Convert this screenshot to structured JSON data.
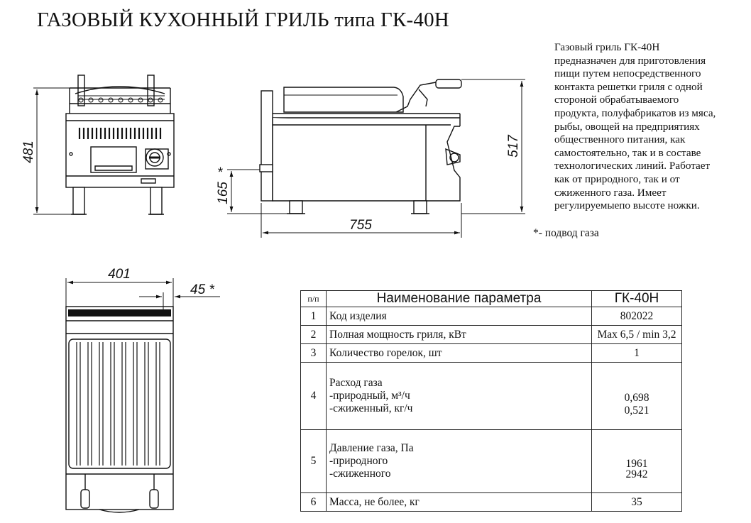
{
  "title": "ГАЗОВЫЙ КУХОННЫЙ ГРИЛЬ типа ГК-40Н",
  "description_lines": [
    "Газовый гриль ГК-40Н",
    "предназначен для приготовления",
    "пищи путем непосредственного",
    "контакта решетки гриля с одной",
    "стороной обрабатываемого",
    "продукта, полуфабрикатов из мяса,",
    "рыбы, овощей на предприятиях",
    "общественного питания, как",
    "самостоятельно, так и в составе",
    "технологических линий. Работает",
    "как от природного, так и от",
    "сжиженного газа. Имеет",
    "регулируемыепо высоте ножки."
  ],
  "note": "*- подвод газа",
  "dimensions": {
    "front_height": "481",
    "side_height": "517",
    "gas_inlet_height": "165",
    "gas_star": "*",
    "depth": "755",
    "width": "401",
    "offset": "45 *"
  },
  "table": {
    "header": {
      "num": "п/п",
      "name": "Наименование параметра",
      "value": "ГК-40Н"
    },
    "rows": [
      {
        "num": "1",
        "name": "Код изделия",
        "value": "802022"
      },
      {
        "num": "2",
        "name": "Полная мощность гриля, кВт",
        "value": "Max 6,5 / min 3,2"
      },
      {
        "num": "3",
        "name": "Количество горелок, шт",
        "value": "1"
      },
      {
        "num": "4",
        "name": "Расход газа",
        "sub1": "-природный, м³/ч",
        "sub2": "-сжиженный, кг/ч",
        "val1": "0,698",
        "val2": "0,521"
      },
      {
        "num": "5",
        "name": "Давление  газа, Па",
        "sub1": "-природного",
        "sub2": "-сжиженного",
        "val1": "1961",
        "val2": "2942"
      },
      {
        "num": "6",
        "name": "Масса, не более, кг",
        "value": "35"
      }
    ]
  }
}
